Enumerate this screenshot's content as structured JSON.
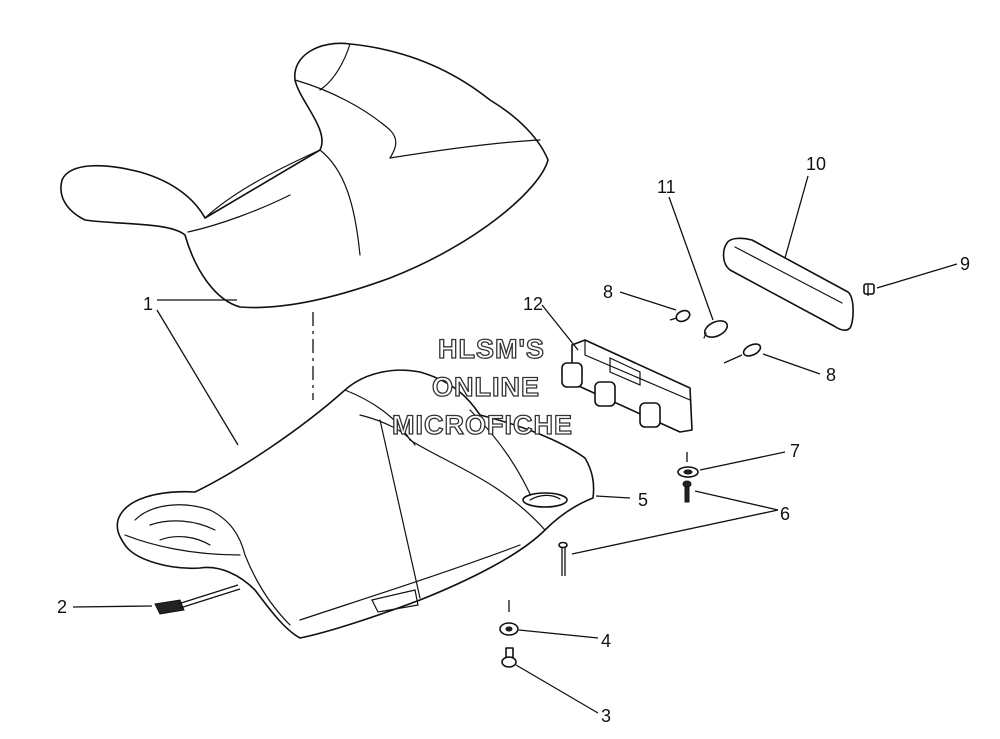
{
  "watermark": {
    "line1": "HLSM'S",
    "line2": "ONLINE",
    "line3": "MICROFICHE"
  },
  "callouts": {
    "c1": "1",
    "c2": "2",
    "c3": "3",
    "c4": "4",
    "c5": "5",
    "c6": "6",
    "c7": "7",
    "c8a": "8",
    "c8b": "8",
    "c9": "9",
    "c10": "10",
    "c11": "11",
    "c12": "12"
  }
}
